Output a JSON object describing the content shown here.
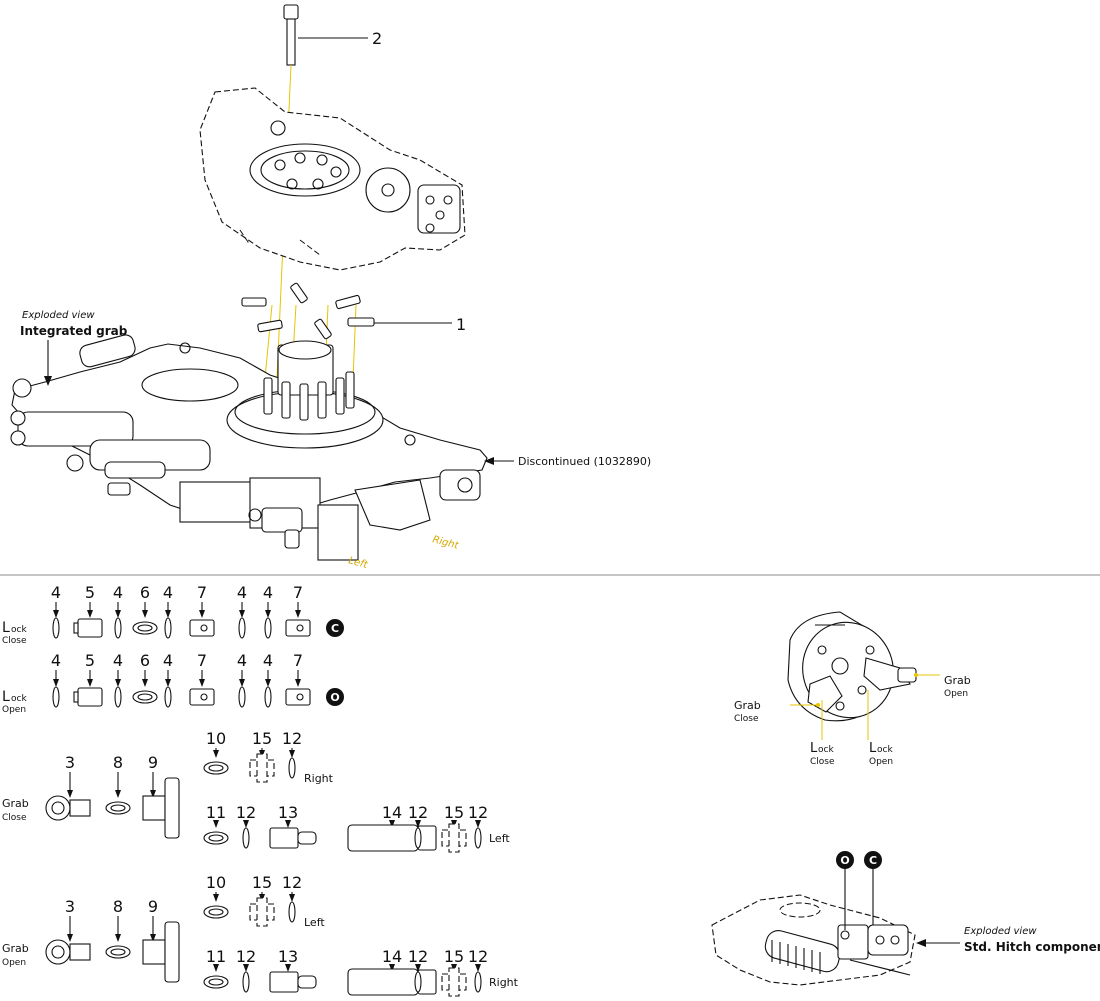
{
  "callouts": {
    "c1": "1",
    "c2": "2",
    "exploded_view_1": "Exploded view",
    "integrated_grab": "Integrated grab",
    "discontinued": "Discontinued (1032890)",
    "right": "Right",
    "left": "Left"
  },
  "rows": {
    "lock_close": {
      "cap": "L",
      "small": "ock",
      "sub": "Close",
      "parts": [
        "4",
        "5",
        "4",
        "6",
        "4",
        "7",
        "4",
        "4",
        "7"
      ],
      "badge": "C"
    },
    "lock_open": {
      "cap": "L",
      "small": "ock",
      "sub": "Open",
      "parts": [
        "4",
        "5",
        "4",
        "6",
        "4",
        "7",
        "4",
        "4",
        "7"
      ],
      "badge": "O"
    },
    "grab_close": {
      "label": "Grab",
      "sub": "Close",
      "main": [
        "3",
        "8",
        "9"
      ],
      "upper": [
        "10",
        "15",
        "12"
      ],
      "upper_side": "Right",
      "lower": [
        "11",
        "12",
        "13",
        "14",
        "12",
        "15",
        "12"
      ],
      "lower_side": "Left"
    },
    "grab_open": {
      "label": "Grab",
      "sub": "Open",
      "main": [
        "3",
        "8",
        "9"
      ],
      "upper": [
        "10",
        "15",
        "12"
      ],
      "upper_side": "Left",
      "lower": [
        "11",
        "12",
        "13",
        "14",
        "12",
        "15",
        "12"
      ],
      "lower_side": "Right"
    }
  },
  "valve": {
    "grab_open": "Grab",
    "grab_open_sub": "Open",
    "grab_close": "Grab",
    "grab_close_sub": "Close",
    "lock_close_cap": "L",
    "lock_close_small": "ock",
    "lock_close_sub": "Close",
    "lock_open_cap": "L",
    "lock_open_small": "ock",
    "lock_open_sub": "Open"
  },
  "hitch": {
    "badge_o": "O",
    "badge_c": "C",
    "exploded_view": "Exploded view",
    "components": "Std. Hitch components"
  },
  "colors": {
    "leader": "#e8c400",
    "label_yellow": "#d4a800",
    "ink": "#111111"
  }
}
